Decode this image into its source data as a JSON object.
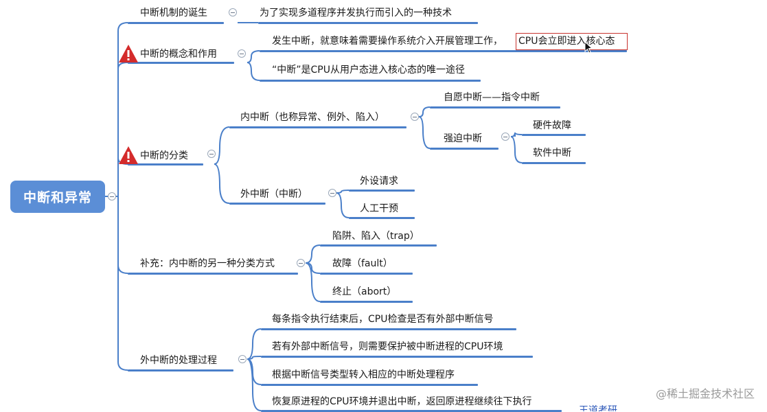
{
  "root": {
    "label": "中断和异常"
  },
  "branches": {
    "birth": {
      "label": "中断机制的诞生",
      "child": "为了实现多道程序并发执行而引入的一种技术"
    },
    "concept": {
      "label": "中断的概念和作用",
      "children": [
        "发生中断，就意味着需要操作系统介入开展管理工作，",
        "CPU会立即进入核心态",
        "“中断”是CPU从用户态进入核心态的唯一途径"
      ]
    },
    "classify": {
      "label": "中断的分类",
      "internal": {
        "label": "内中断（也称异常、例外、陷入）",
        "voluntary": "自愿中断——指令中断",
        "forced": {
          "label": "强迫中断",
          "children": [
            "硬件故障",
            "软件中断"
          ]
        }
      },
      "external": {
        "label": "外中断（中断）",
        "children": [
          "外设请求",
          "人工干预"
        ]
      }
    },
    "supplement": {
      "label": "补充：内中断的另一种分类方式",
      "children": [
        "陷阱、陷入（trap）",
        "故障（fault）",
        "终止（abort）"
      ]
    },
    "process": {
      "label": "外中断的处理过程",
      "children": [
        "每条指令执行结束后，CPU检查是否有外部中断信号",
        "若有外部中断信号，则需要保护被中断进程的CPU环境",
        "根据中断信号类型转入相应的中断处理程序",
        "恢复原进程的CPU环境并退出中断，返回原进程继续往下执行"
      ]
    }
  },
  "watermark": "@稀土掘金技术社区",
  "partial_text": "王道考研",
  "colors": {
    "line": "#4a7fc9",
    "root_bg": "#5b8ed6",
    "warning": "#d42b2b",
    "highlight": "#c8322e"
  }
}
